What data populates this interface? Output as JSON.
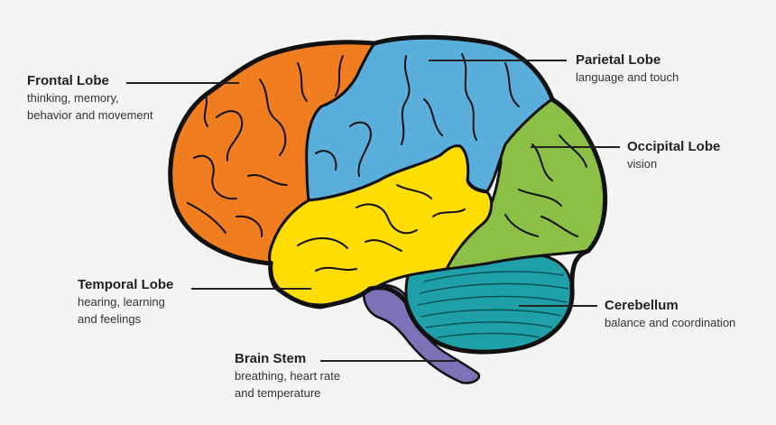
{
  "colors": {
    "frontal": "#f07d20",
    "parietal": "#5aaedc",
    "occipital": "#8cbf45",
    "temporal": "#fedd00",
    "cerebellum": "#1fa0a8",
    "brain_stem": "#7b72b8",
    "outline": "#111111",
    "background": "#f4f4f4"
  },
  "labels": {
    "frontal": {
      "name": "Frontal Lobe",
      "desc": "thinking, memory,\nbehavior and movement"
    },
    "parietal": {
      "name": "Parietal Lobe",
      "desc": "language and touch"
    },
    "occipital": {
      "name": "Occipital Lobe",
      "desc": "vision"
    },
    "temporal": {
      "name": "Temporal Lobe",
      "desc": "hearing, learning\nand feelings"
    },
    "cerebellum": {
      "name": "Cerebellum",
      "desc": "balance and coordination"
    },
    "brain_stem": {
      "name": "Brain Stem",
      "desc": "breathing, heart rate\nand temperature"
    }
  }
}
